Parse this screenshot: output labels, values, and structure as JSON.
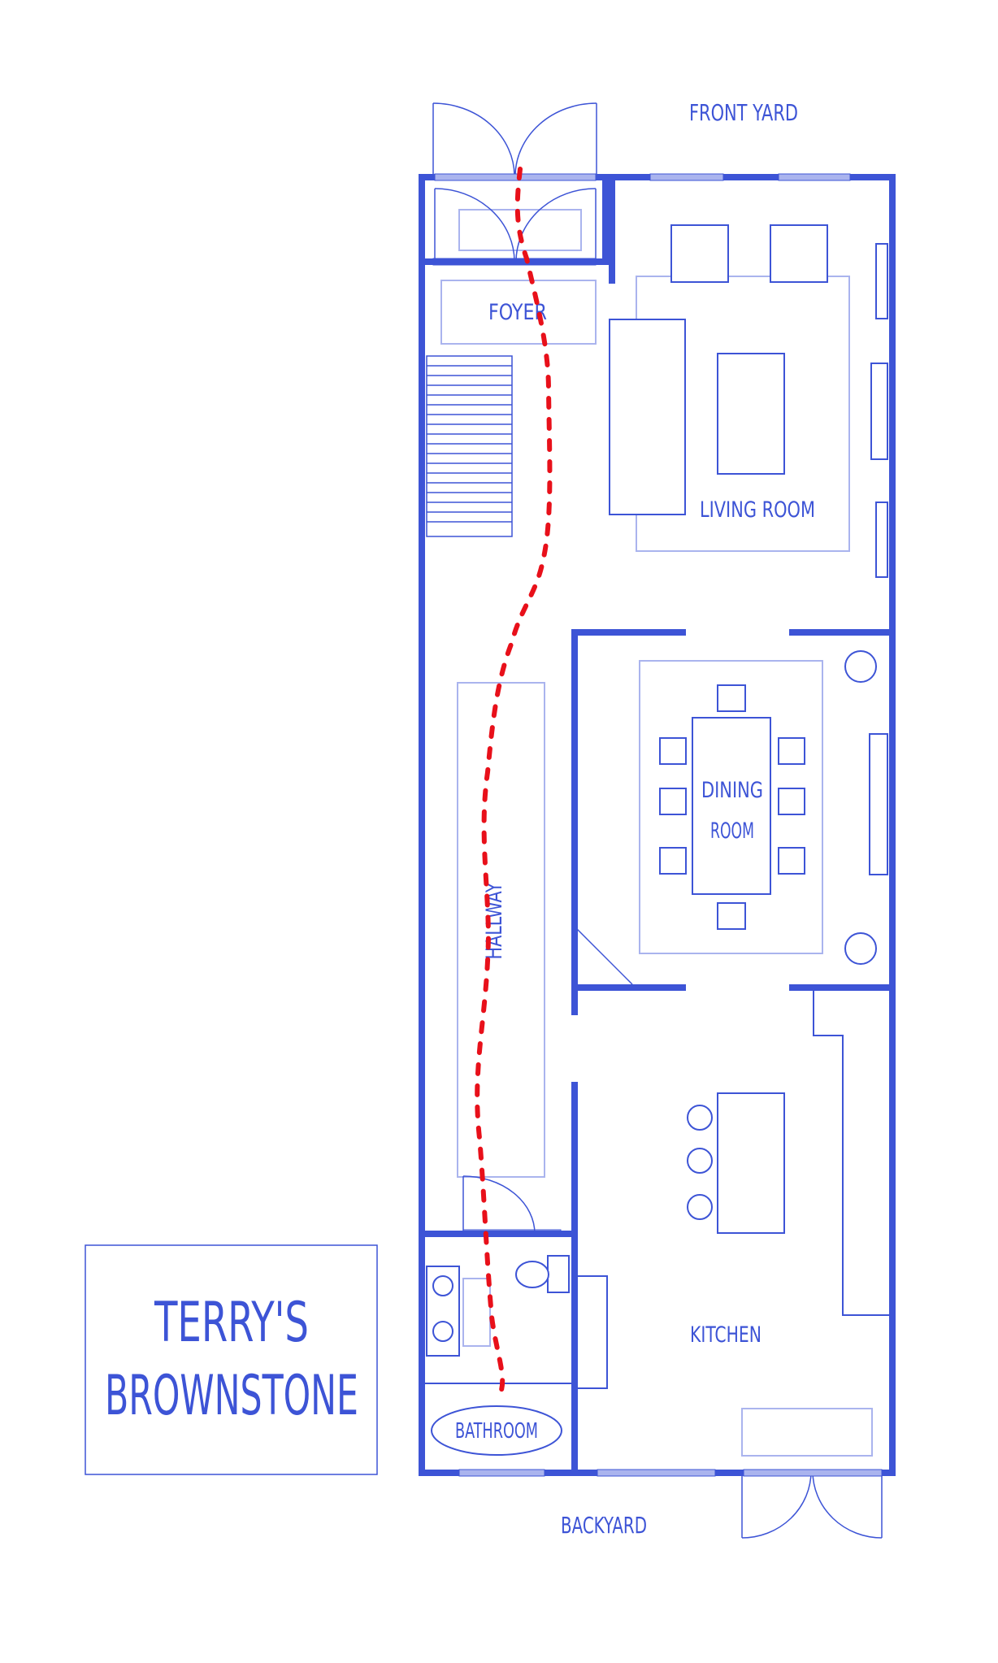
{
  "title": {
    "line1": "TERRY'S",
    "line2": "BROWNSTONE"
  },
  "labels": {
    "front_yard": "FRONT YARD",
    "backyard": "BACKYARD",
    "foyer": "FOYER",
    "living_room": "LIVING ROOM",
    "dining_line1": "DINING",
    "dining_line2": "ROOM",
    "hallway": "HALLWAY",
    "kitchen": "KITCHEN",
    "bathroom": "BATHROOM"
  },
  "colors": {
    "wall": "#3d54d6",
    "furniture": "#3d54d6",
    "rug": "#aab4ee",
    "path": "#e8101a",
    "background": "#ffffff"
  }
}
